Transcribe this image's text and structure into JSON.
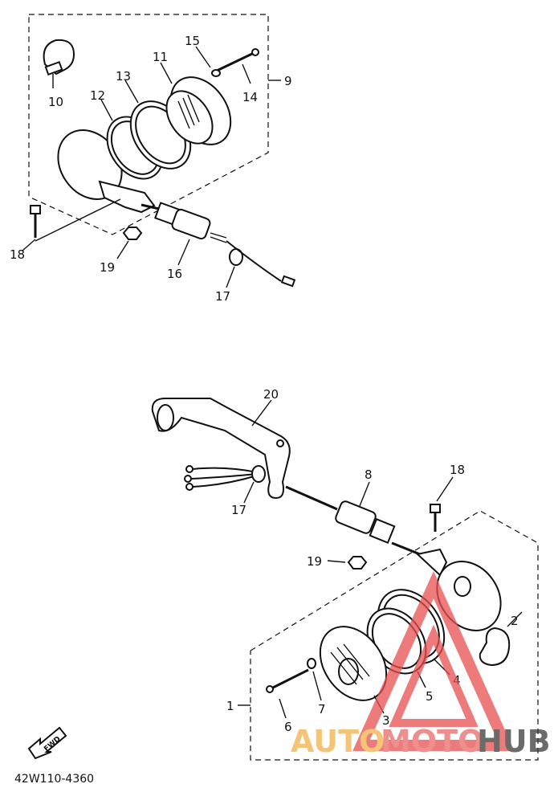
{
  "diagram": {
    "code": "42W110-4360",
    "fwd_label": "FWD",
    "labels": {
      "p1": "1",
      "p2": "2",
      "p3": "3",
      "p4": "4",
      "p5": "5",
      "p6": "6",
      "p7": "7",
      "p8": "8",
      "p9": "9",
      "p10": "10",
      "p11": "11",
      "p12": "12",
      "p13": "13",
      "p14": "14",
      "p15": "15",
      "p16": "16",
      "p17a": "17",
      "p17b": "17",
      "p18a": "18",
      "p18b": "18",
      "p19a": "19",
      "p19b": "19",
      "p20": "20"
    }
  },
  "watermark": {
    "auto": "AUTO",
    "moto": "MOTO",
    "hub": "HUB",
    "colors": {
      "auto": "#f2b24a",
      "moto": "#e86a6a",
      "hub": "#3a3a3a",
      "triangle": "#e85050"
    }
  }
}
